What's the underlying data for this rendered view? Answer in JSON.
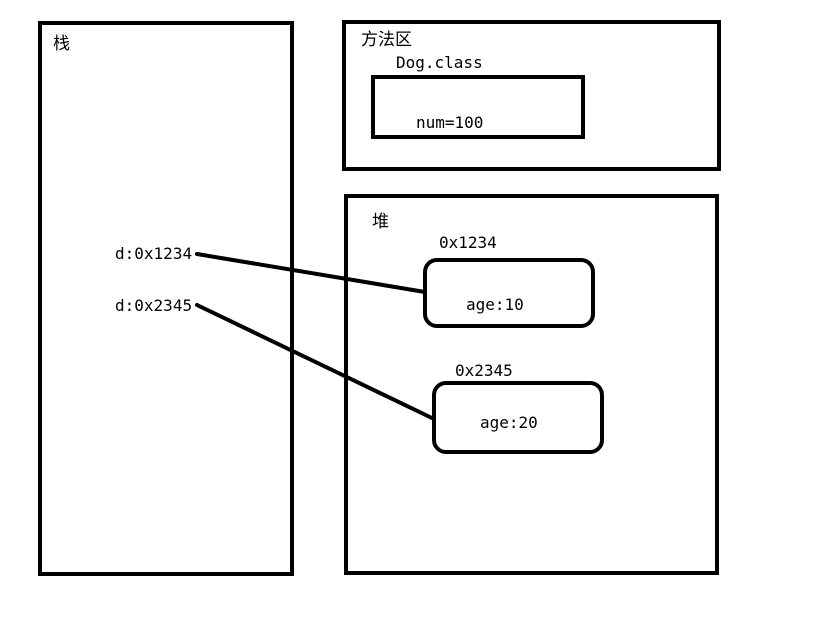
{
  "stack": {
    "title": "栈",
    "vars": [
      {
        "name": "d",
        "separator": ":",
        "address": "0x1234"
      },
      {
        "name": "d",
        "separator": ":",
        "address": "0x2345"
      }
    ]
  },
  "method_area": {
    "title": "方法区",
    "class_name": "Dog.class",
    "static_field": "num=100"
  },
  "heap": {
    "title": "堆",
    "objects": [
      {
        "address": "0x1234",
        "field": "age:10"
      },
      {
        "address": "0x2345",
        "field": "age:20"
      }
    ]
  }
}
